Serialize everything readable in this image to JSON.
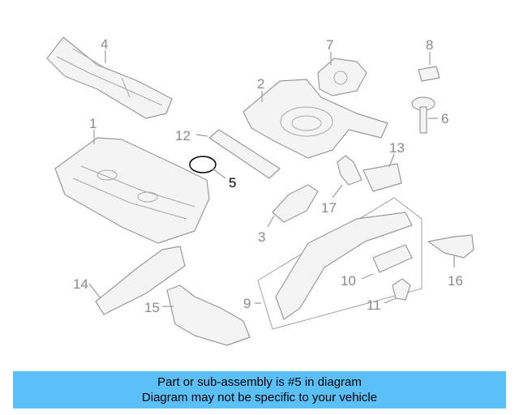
{
  "diagram": {
    "highlighted_part": "5",
    "callouts": [
      "1",
      "2",
      "3",
      "4",
      "5",
      "6",
      "7",
      "8",
      "9",
      "10",
      "11",
      "12",
      "13",
      "14",
      "15",
      "16",
      "17"
    ]
  },
  "banner": {
    "line1": "Part or sub-assembly is #5 in diagram",
    "line2": "Diagram may not be specific to your vehicle",
    "background_color": "#5bc0f8"
  }
}
